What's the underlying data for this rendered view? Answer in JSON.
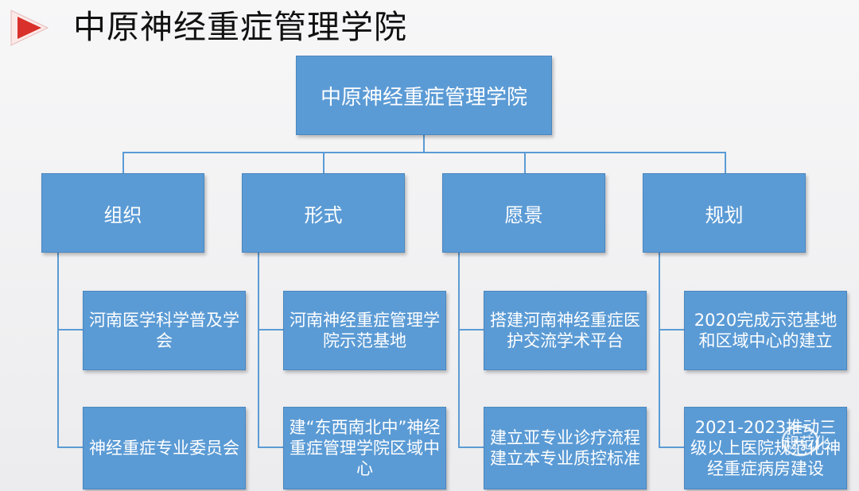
{
  "slide": {
    "title": "中原神经重症管理学院"
  },
  "org_chart": {
    "root": "中原神经重症管理学院",
    "categories": [
      {
        "label": "组织",
        "items": [
          "河南医学科学普及学会",
          "神经重症专业委员会"
        ]
      },
      {
        "label": "形式",
        "items": [
          "河南神经重症管理学院示范基地",
          "建“东西南北中”神经重症管理学院区域中心"
        ]
      },
      {
        "label": "愿景",
        "items": [
          "搭建河南神经重症医护交流学术平台",
          "建立亚专业诊疗流程建立本专业质控标准"
        ]
      },
      {
        "label": "规划",
        "items": [
          "2020完成示范基地和区域中心的建立",
          "2021-2023推动三级以上医院规范化神经重症病房建设"
        ]
      }
    ]
  },
  "watermark": {
    "text": "规范化"
  },
  "colors": {
    "box": "#5b9bd5",
    "title_marker": "#d9302b"
  }
}
